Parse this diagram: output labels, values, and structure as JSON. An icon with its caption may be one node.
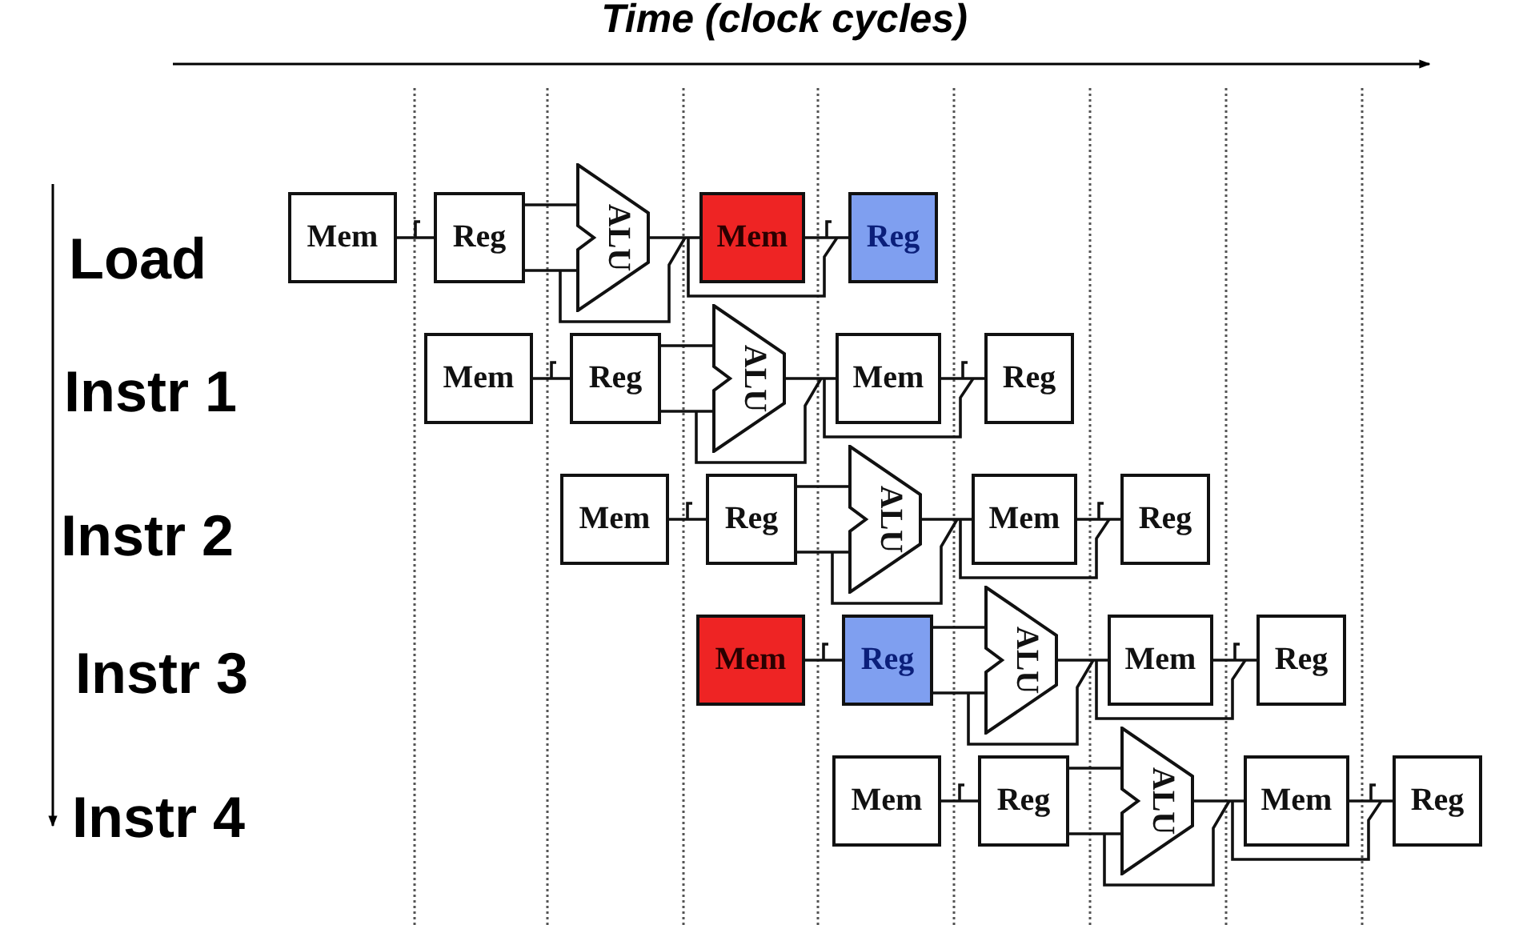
{
  "diagram": {
    "title": "Time (clock cycles)",
    "nodes": [
      {
        "text": [
          "Mem"
        ]
      },
      {
        "text": [
          "Reg"
        ]
      },
      {
        "text": [
          "ALU"
        ]
      },
      {
        "text": [
          "Mem"
        ]
      },
      {
        "text": [
          "Reg"
        ]
      },
      {
        "text": [
          "Mem"
        ]
      },
      {
        "text": [
          "Reg"
        ]
      },
      {
        "text": [
          "ALU"
        ]
      },
      {
        "text": [
          "Mem"
        ]
      },
      {
        "text": [
          "Reg"
        ]
      },
      {
        "text": [
          "Mem"
        ]
      },
      {
        "text": [
          "Reg"
        ]
      },
      {
        "text": [
          "ALU"
        ]
      },
      {
        "text": [
          "Mem"
        ]
      },
      {
        "text": [
          "Reg"
        ]
      },
      {
        "text": [
          "Mem"
        ]
      },
      {
        "text": [
          "Reg"
        ]
      },
      {
        "text": [
          "ALU"
        ]
      },
      {
        "text": [
          "Mem"
        ]
      },
      {
        "text": [
          "Reg"
        ]
      },
      {
        "text": [
          "Mem"
        ]
      },
      {
        "text": [
          "Reg"
        ]
      },
      {
        "text": [
          "ALU"
        ]
      },
      {
        "text": [
          "Mem"
        ]
      },
      {
        "text": [
          "Reg"
        ]
      }
    ],
    "edges": [
      {
        "from": 0,
        "to": 1,
        "arrow": "none"
      },
      {
        "from": 1,
        "to": 2,
        "arrow": "none"
      },
      {
        "from": 2,
        "to": 3,
        "arrow": "none"
      },
      {
        "from": 3,
        "to": 4,
        "arrow": "none"
      },
      {
        "from": 5,
        "to": 6,
        "arrow": "none"
      },
      {
        "from": 6,
        "to": 7,
        "arrow": "none"
      },
      {
        "from": 7,
        "to": 8,
        "arrow": "none"
      },
      {
        "from": 8,
        "to": 9,
        "arrow": "none"
      },
      {
        "from": 10,
        "to": 11,
        "arrow": "none"
      },
      {
        "from": 11,
        "to": 12,
        "arrow": "none"
      },
      {
        "from": 12,
        "to": 13,
        "arrow": "none"
      },
      {
        "from": 13,
        "to": 14,
        "arrow": "none"
      },
      {
        "from": 15,
        "to": 16,
        "arrow": "none"
      },
      {
        "from": 16,
        "to": 17,
        "arrow": "none"
      },
      {
        "from": 17,
        "to": 18,
        "arrow": "none"
      },
      {
        "from": 18,
        "to": 19,
        "arrow": "none"
      },
      {
        "from": 20,
        "to": 21,
        "arrow": "none"
      },
      {
        "from": 21,
        "to": 22,
        "arrow": "none"
      },
      {
        "from": 22,
        "to": 23,
        "arrow": "none"
      },
      {
        "from": 23,
        "to": 24,
        "arrow": "none"
      }
    ],
    "labels": [
      "Load",
      "Instr 1",
      "Instr 2",
      "Instr 3",
      "Instr 4"
    ]
  }
}
